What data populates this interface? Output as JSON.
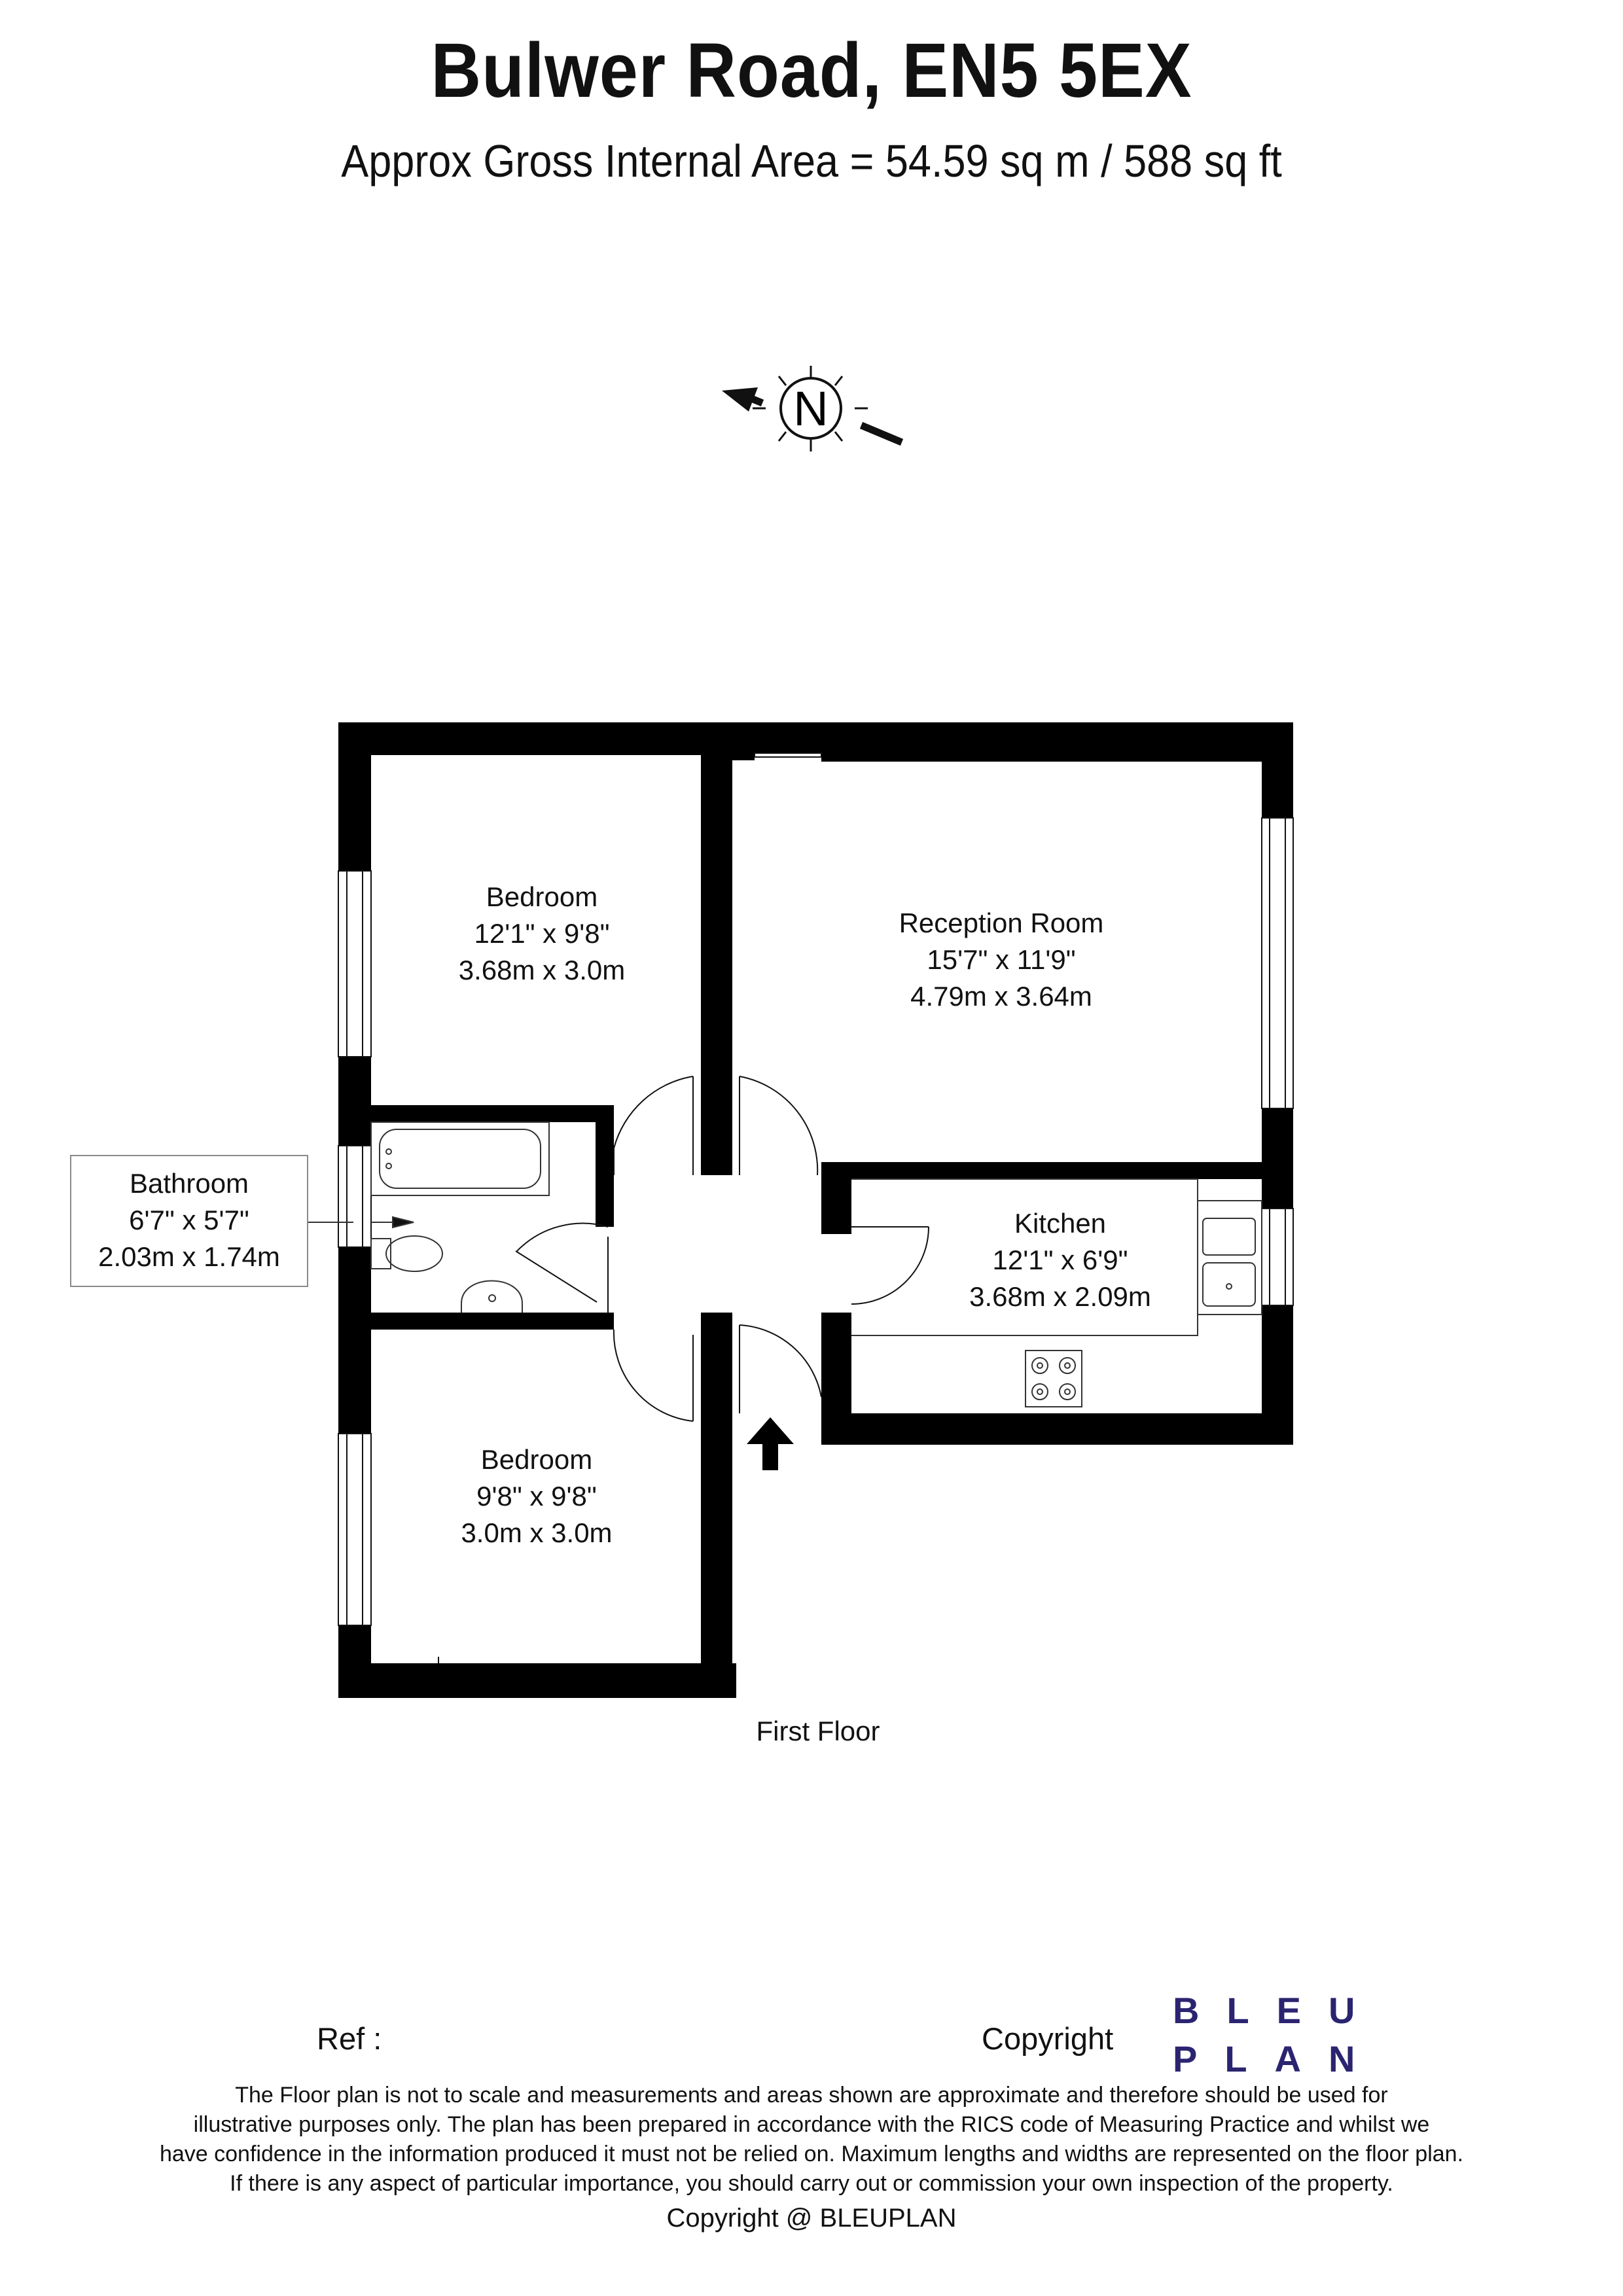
{
  "header": {
    "title": "Bulwer Road, EN5 5EX",
    "subtitle": "Approx Gross Internal Area = 54.59 sq m / 588 sq ft"
  },
  "compass": {
    "label": "N"
  },
  "rooms": {
    "bedroom1": {
      "name": "Bedroom",
      "imperial": "12'1\" x 9'8\"",
      "metric": "3.68m x 3.0m"
    },
    "reception": {
      "name": "Reception Room",
      "imperial": "15'7\" x 11'9\"",
      "metric": "4.79m x 3.64m"
    },
    "bathroom": {
      "name": "Bathroom",
      "imperial": "6'7\" x 5'7\"",
      "metric": "2.03m x 1.74m"
    },
    "kitchen": {
      "name": "Kitchen",
      "imperial": "12'1\" x 6'9\"",
      "metric": "3.68m x 2.09m"
    },
    "bedroom2": {
      "name": "Bedroom",
      "imperial": "9'8\" x 9'8\"",
      "metric": "3.0m x 3.0m"
    }
  },
  "floor_name": "First Floor",
  "footer": {
    "ref_label": "Ref  :",
    "copyright_label": "Copyright",
    "brand_line1": "BLEU",
    "brand_line2": "PLAN",
    "brand_color": "#2b2470",
    "disclaimer_lines": [
      "The Floor plan is not to scale and measurements and areas shown are approximate and therefore should be used for",
      "illustrative purposes only. The plan has been prepared in accordance with the RICS code of Measuring Practice and whilst we",
      "have confidence in the information produced it must not be relied on. Maximum lengths and widths are represented on the floor plan.",
      "If there is any aspect of particular importance, you should carry out or commission your own inspection of the property."
    ],
    "copyright_line": "Copyright @ BLEUPLAN"
  }
}
